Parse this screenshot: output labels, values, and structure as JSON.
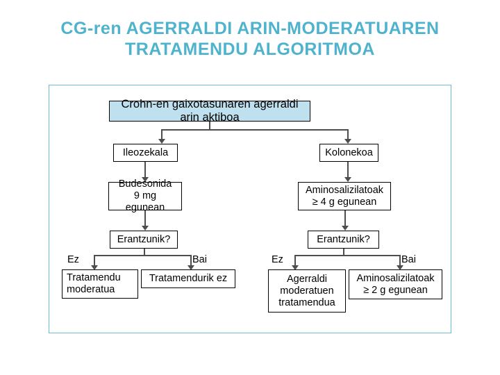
{
  "title": {
    "line1": "CG-ren AGERRALDI ARIN-MODERATUAREN",
    "line2": "TRATAMENDU ALGORITMOA",
    "color": "#4FB3CE"
  },
  "diagram": {
    "header": "Crohn-en gaixotasunaren agerraldi arin aktiboa",
    "header_fill": "#bfe0ee",
    "nodes": {
      "ileozekala": "Ileozekala",
      "kolonekoa": "Kolonekoa",
      "budesonida": "Budesonida\n9 mg egunean",
      "aminosalizilatoak_4g": "Aminosalizilatoak\n≥ 4 g egunean",
      "erantzunik_left": "Erantzunik?",
      "erantzunik_right": "Erantzunik?",
      "tratamendu_moderatua": "Tratamendu\nmoderatua",
      "tratamendurik_ez": "Tratamendurik ez",
      "agerraldi_moderatuen": "Agerraldi\nmoderatuen\ntratamendua",
      "aminosalizilatoak_2g": "Aminosalizilatoak\n≥ 2 g egunean"
    },
    "branch_labels": {
      "left_no": "Ez",
      "left_yes": "Bai",
      "right_no": "Ez",
      "right_yes": "Bai"
    }
  }
}
